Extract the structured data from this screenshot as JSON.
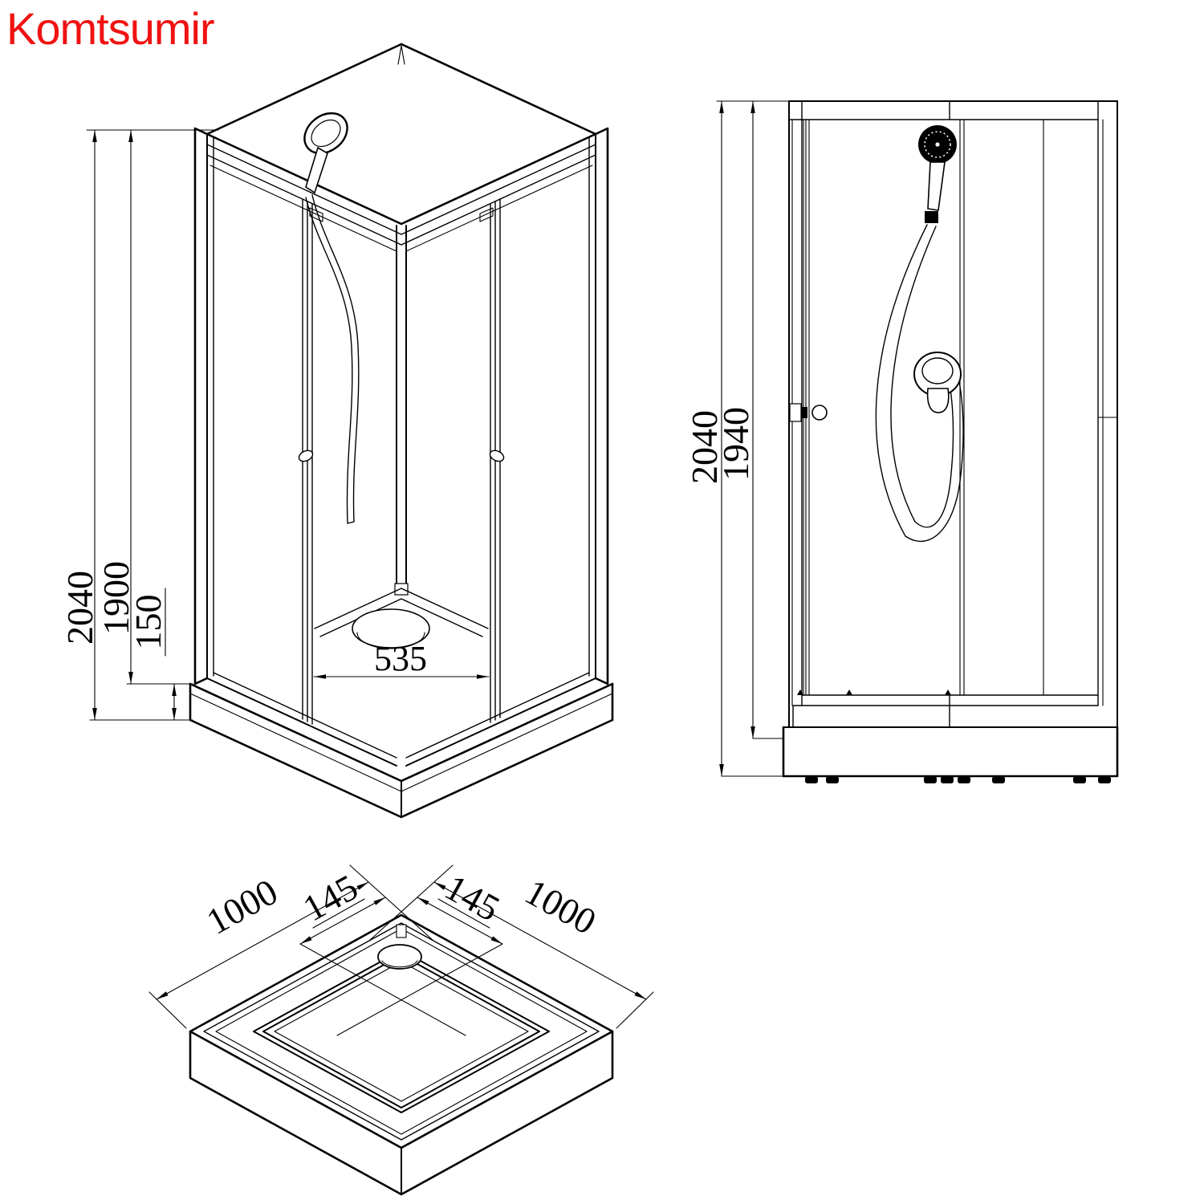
{
  "brand": {
    "name": "Komtsumir",
    "color": "#f01212"
  },
  "palette": {
    "line": "#000000",
    "background": "#ffffff"
  },
  "dims": {
    "iso_total": "2040",
    "iso_cabin": "1900",
    "iso_tray": "150",
    "iso_opening": "535",
    "front_total": "2040",
    "front_cabin": "1940",
    "tray_side_left": "1000",
    "tray_side_right": "1000",
    "tray_rim_left": "145",
    "tray_rim_right": "145"
  }
}
